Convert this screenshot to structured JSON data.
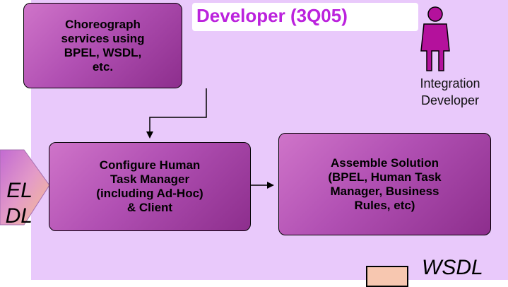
{
  "title": "Developer (3Q05)",
  "boxes": {
    "choreograph": "Choreograph\nservices using\nBPEL, WSDL,\netc.",
    "configure": "Configure Human\nTask Manager\n(including Ad-Hoc)\n& Client",
    "assemble": "Assemble Solution\n(BPEL, Human Task\nManager, Business\nRules, etc)"
  },
  "actor": {
    "label": "Integration\nDeveloper",
    "icon": "person-icon",
    "color": "#b4119c"
  },
  "left_artifact": {
    "label": "EL\nDL"
  },
  "right_artifact": {
    "label": "WSDL"
  },
  "colors": {
    "background": "#e9c9fb",
    "title": "#bb22dd",
    "box_fill": "#b150b3"
  }
}
